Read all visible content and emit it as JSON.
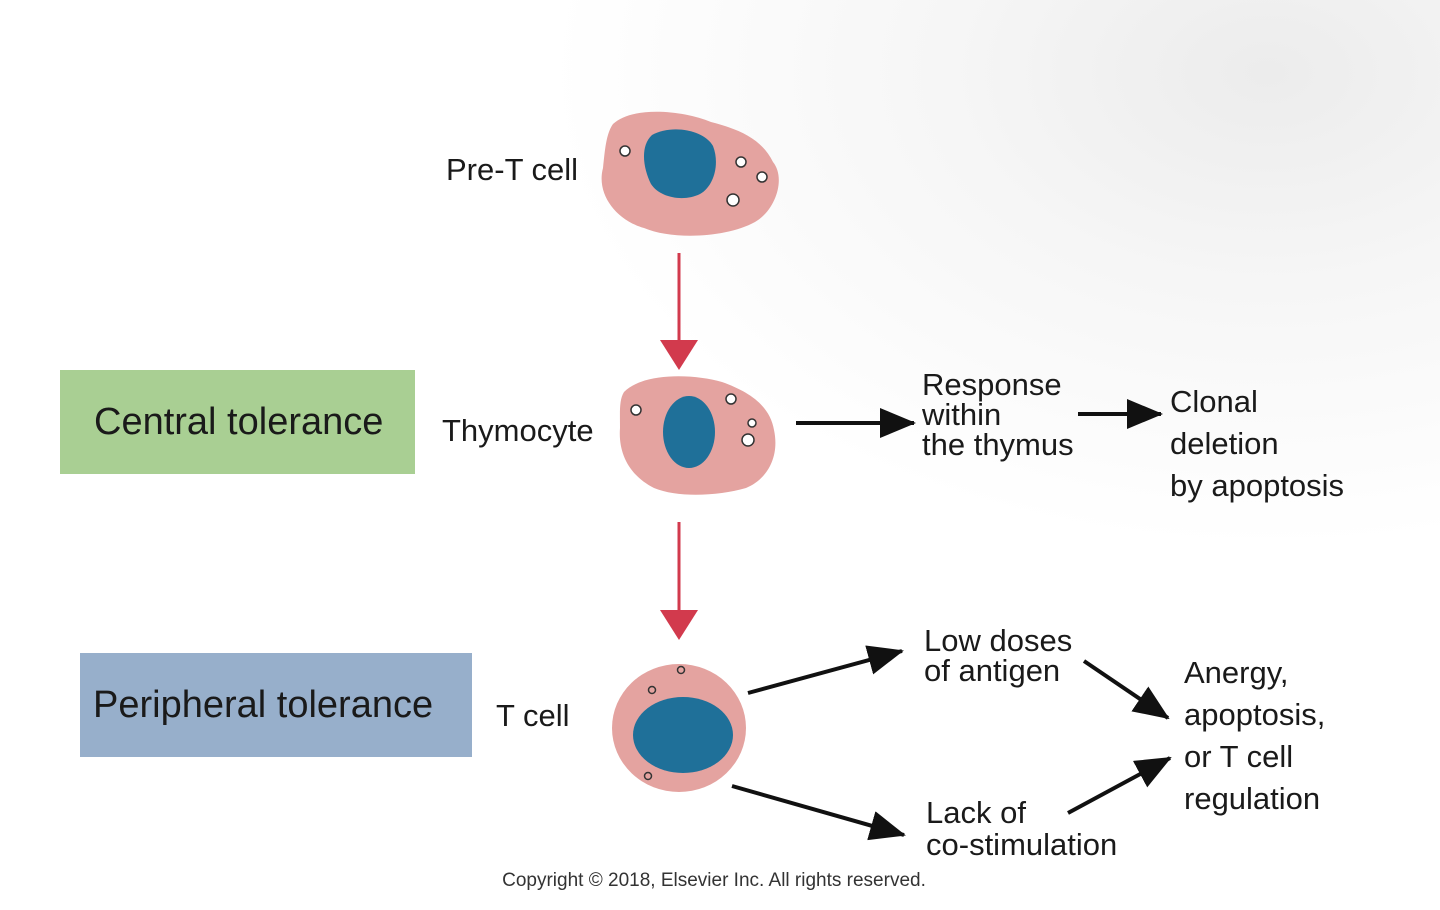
{
  "colors": {
    "cell_fill": "#e4a3a0",
    "nucleus_fill": "#1f7099",
    "red_arrow": "#d23a4d",
    "black_arrow": "#111111",
    "central_box": "#a9cf93",
    "peripheral_box": "#97afcb"
  },
  "stages": {
    "pre_t_cell": "Pre-T cell",
    "thymocyte": "Thymocyte",
    "t_cell": "T cell"
  },
  "boxes": {
    "central": "Central tolerance",
    "peripheral": "Peripheral tolerance"
  },
  "central_path": {
    "response": [
      "Response",
      "within",
      "the thymus"
    ],
    "outcome": [
      "Clonal",
      "deletion",
      "by apoptosis"
    ]
  },
  "peripheral_path": {
    "low_dose": [
      "Low doses",
      "of antigen"
    ],
    "lack": [
      "Lack of",
      "co-stimulation"
    ],
    "outcome": [
      "Anergy,",
      "apoptosis,",
      "or T cell",
      "regulation"
    ]
  },
  "copyright": "Copyright © 2018, Elsevier Inc. All rights reserved."
}
